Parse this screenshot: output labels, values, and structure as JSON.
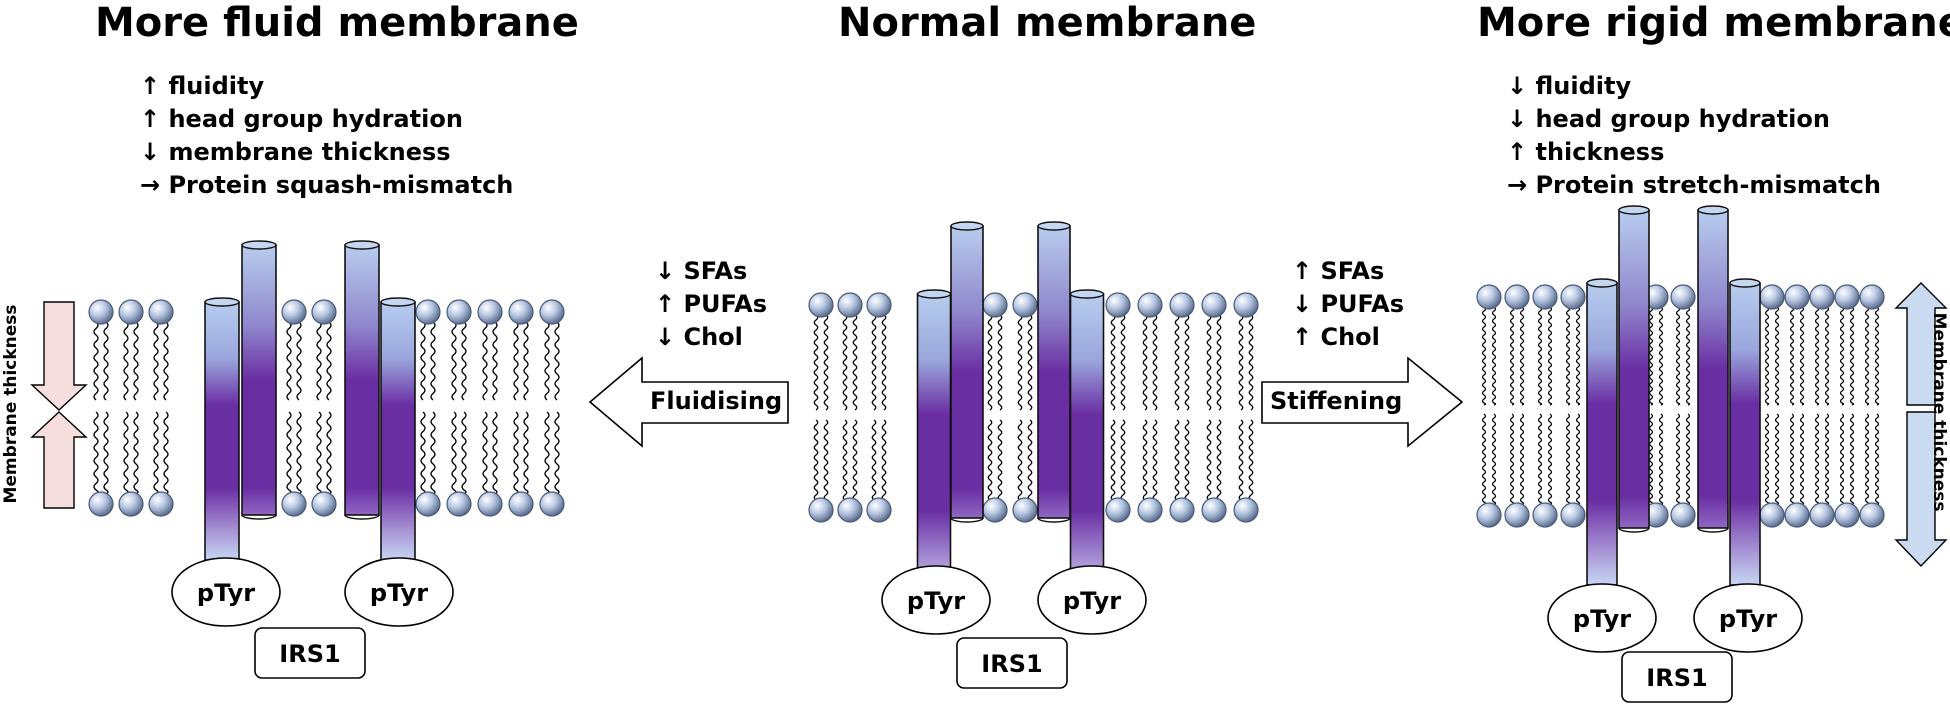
{
  "panels": {
    "left": {
      "title": "More fluid membrane",
      "effects": [
        "↑ fluidity",
        "↑ head group hydration",
        "↓ membrane thickness",
        "→ Protein squash-mismatch"
      ],
      "thickness_label": "Membrane thickness",
      "ptyr_label": "pTyr",
      "irs1_label": "IRS1"
    },
    "center": {
      "title": "Normal membrane",
      "ptyr_label": "pTyr",
      "irs1_label": "IRS1"
    },
    "right": {
      "title": "More rigid membrane",
      "effects": [
        "↓ fluidity",
        "↓ head group hydration",
        "↑ thickness",
        "→ Protein stretch-mismatch"
      ],
      "thickness_label": "Membrane thickness",
      "ptyr_label": "pTyr",
      "irs1_label": "IRS1"
    }
  },
  "transitions": {
    "fluidising": {
      "conditions": [
        "↓ SFAs",
        "↑ PUFAs",
        "↓ Chol"
      ],
      "label": "Fluidising"
    },
    "stiffening": {
      "conditions": [
        "↑ SFAs",
        "↓ PUFAs",
        "↑ Chol"
      ],
      "label": "Stiffening"
    }
  },
  "colors": {
    "protein_dark": "#6a2ea3",
    "protein_light": "#b8cdee",
    "headgroup": "#b7c7e2",
    "left_arrow_fill": "#f6dede",
    "right_arrow_fill": "#c9daf1"
  }
}
